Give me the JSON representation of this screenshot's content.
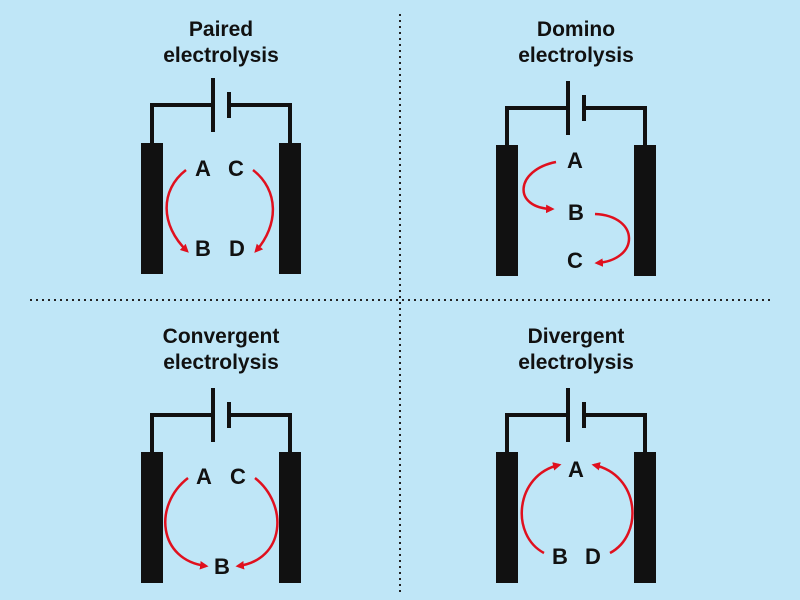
{
  "colors": {
    "background": "#bfe6f7",
    "electrode": "#111111",
    "arrow": "#e0101e",
    "divider": "#222222"
  },
  "panels": [
    {
      "title_line1": "Paired",
      "title_line2": "electrolysis",
      "species": [
        "A",
        "C",
        "B",
        "D"
      ]
    },
    {
      "title_line1": "Domino",
      "title_line2": "electrolysis",
      "species": [
        "A",
        "B",
        "C"
      ]
    },
    {
      "title_line1": "Convergent",
      "title_line2": "electrolysis",
      "species": [
        "A",
        "C",
        "B"
      ]
    },
    {
      "title_line1": "Divergent",
      "title_line2": "electrolysis",
      "species": [
        "A",
        "B",
        "D"
      ]
    }
  ]
}
